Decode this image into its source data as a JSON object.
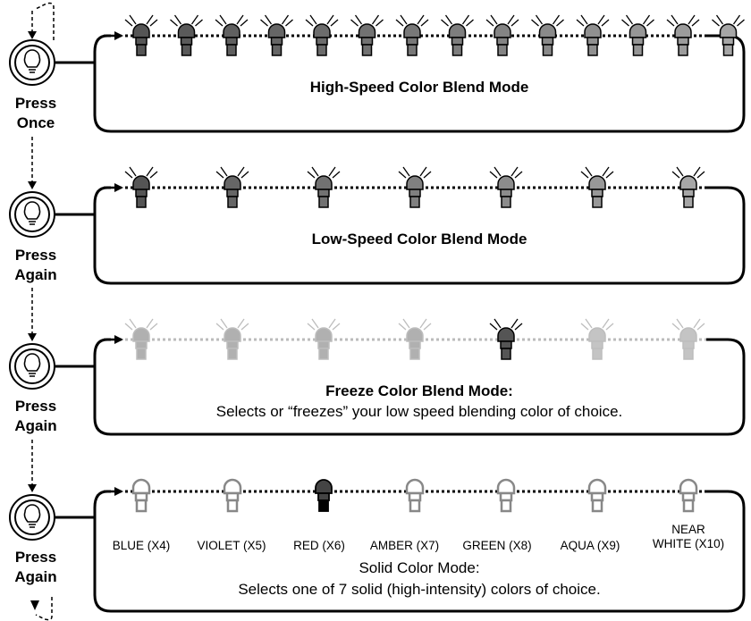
{
  "steps": [
    {
      "press": [
        "Press",
        "Once"
      ]
    },
    {
      "press": [
        "Press",
        "Again"
      ]
    },
    {
      "press": [
        "Press",
        "Again"
      ]
    },
    {
      "press": [
        "Press",
        "Again"
      ]
    }
  ],
  "modes": [
    {
      "title": "High-Speed Color Blend Mode",
      "description": "",
      "bulbs": [
        "#555555",
        "#5a5a5a",
        "#606060",
        "#666666",
        "#6c6c6c",
        "#727272",
        "#787878",
        "#7e7e7e",
        "#848484",
        "#8a8a8a",
        "#909090",
        "#969696",
        "#9c9c9c",
        "#a6a6a6"
      ]
    },
    {
      "title": "Low-Speed Color Blend Mode",
      "description": "",
      "bulbs": [
        "#555555",
        "#666666",
        "#727272",
        "#808080",
        "#8c8c8c",
        "#989898",
        "#a6a6a6"
      ]
    },
    {
      "title": "Freeze Color Blend Mode:",
      "description": "Selects or “freezes” your low speed blending color of choice.",
      "bulbs": [
        "#b0b0b0",
        "#b0b0b0",
        "#b0b0b0",
        "#b0b0b0",
        "#555555",
        "#c4c4c4",
        "#c4c4c4"
      ],
      "dimmed": [
        true,
        true,
        true,
        true,
        false,
        true,
        true
      ]
    },
    {
      "title": "Solid Color Mode:",
      "description": "Selects one of 7 solid (high-intensity) colors of choice.",
      "bulbs": [
        "#ffffff",
        "#ffffff",
        "#333333",
        "#ffffff",
        "#ffffff",
        "#ffffff",
        "#ffffff"
      ],
      "bulb_labels": [
        [
          "BLUE (X4)"
        ],
        [
          "VIOLET (X5)"
        ],
        [
          "RED (X6)"
        ],
        [
          "AMBER (X7)"
        ],
        [
          "GREEN (X8)"
        ],
        [
          "AQUA (X9)"
        ],
        [
          "NEAR",
          "WHITE (X10)"
        ]
      ]
    }
  ]
}
